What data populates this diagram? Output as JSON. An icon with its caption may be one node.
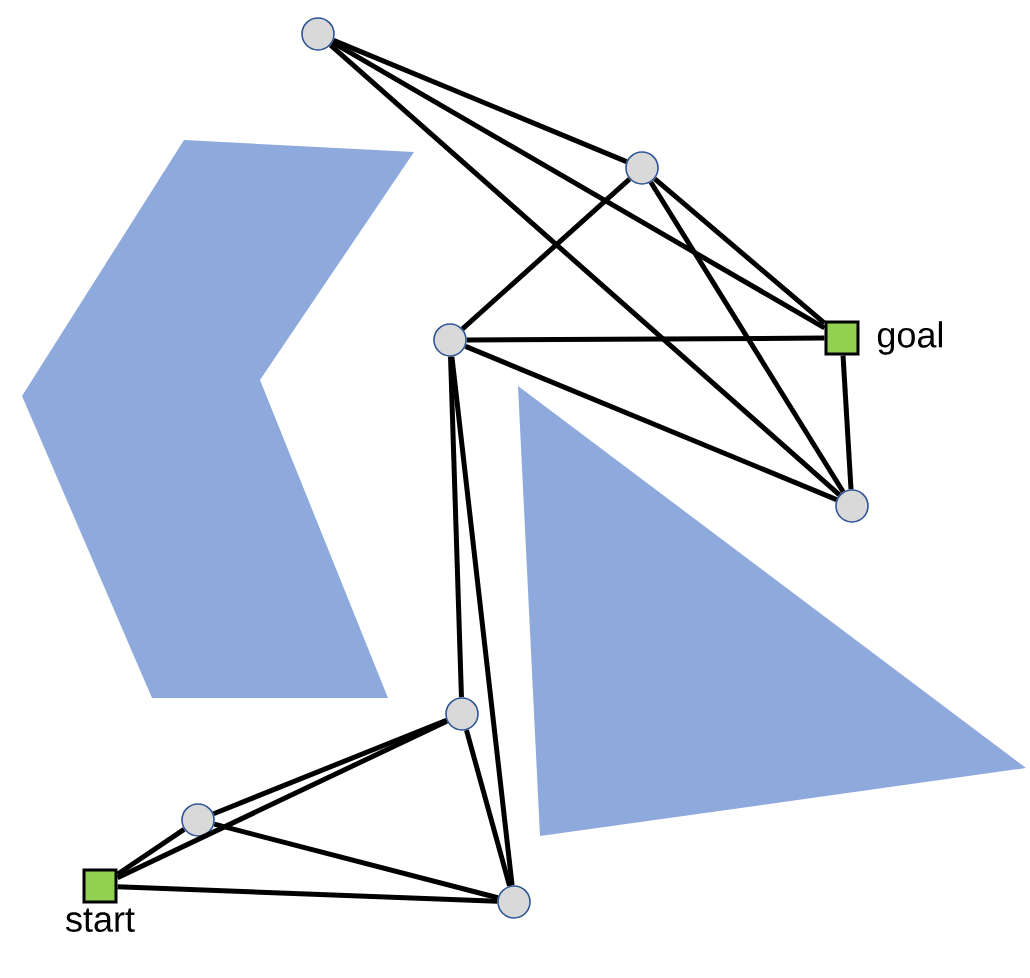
{
  "diagram": {
    "nodes": [
      {
        "text": [],
        "shape": "circle"
      },
      {
        "text": [],
        "shape": "circle"
      },
      {
        "text": [],
        "shape": "box",
        "beside": [
          "goal"
        ]
      },
      {
        "text": [],
        "shape": "circle"
      },
      {
        "text": [],
        "shape": "circle"
      },
      {
        "text": [],
        "shape": "circle"
      },
      {
        "text": [],
        "shape": "circle"
      },
      {
        "text": [],
        "shape": "box",
        "beside": [
          "start"
        ]
      },
      {
        "text": [],
        "shape": "circle"
      }
    ],
    "edges": [
      {
        "from": 0,
        "to": 1,
        "arrow": "none"
      },
      {
        "from": 0,
        "to": 2,
        "arrow": "none"
      },
      {
        "from": 0,
        "to": 4,
        "arrow": "none"
      },
      {
        "from": 1,
        "to": 3,
        "arrow": "none"
      },
      {
        "from": 1,
        "to": 2,
        "arrow": "none"
      },
      {
        "from": 1,
        "to": 4,
        "arrow": "none"
      },
      {
        "from": 3,
        "to": 2,
        "arrow": "none"
      },
      {
        "from": 3,
        "to": 4,
        "arrow": "none"
      },
      {
        "from": 2,
        "to": 4,
        "arrow": "none"
      },
      {
        "from": 3,
        "to": 5,
        "arrow": "none"
      },
      {
        "from": 3,
        "to": 8,
        "arrow": "none"
      },
      {
        "from": 5,
        "to": 6,
        "arrow": "none"
      },
      {
        "from": 5,
        "to": 7,
        "arrow": "none"
      },
      {
        "from": 5,
        "to": 8,
        "arrow": "none"
      },
      {
        "from": 6,
        "to": 7,
        "arrow": "none"
      },
      {
        "from": 6,
        "to": 8,
        "arrow": "none"
      },
      {
        "from": 7,
        "to": 8,
        "arrow": "none"
      }
    ]
  }
}
